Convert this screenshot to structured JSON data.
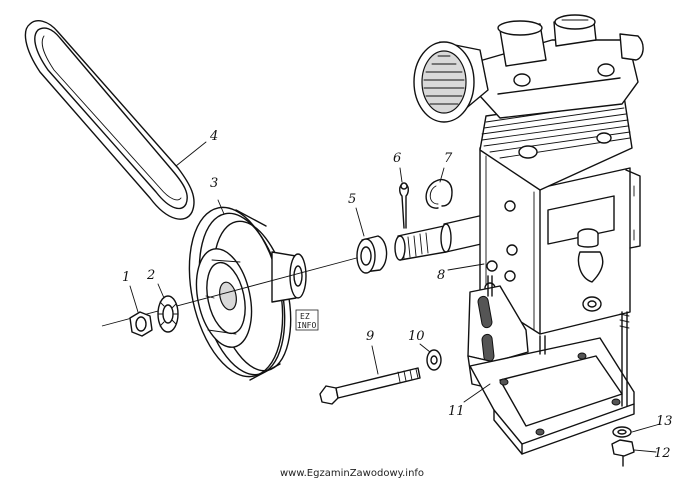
{
  "diagram": {
    "labels": {
      "l1": "1",
      "l2": "2",
      "l3": "3",
      "l4": "4",
      "l5": "5",
      "l6": "6",
      "l7": "7",
      "l8": "8",
      "l9": "9",
      "l10": "10",
      "l11": "11",
      "l12": "12",
      "l13": "13"
    },
    "badge": {
      "top": "EZ",
      "bottom": "INFO"
    },
    "watermark": "www.EgzaminZawodowy.info"
  }
}
